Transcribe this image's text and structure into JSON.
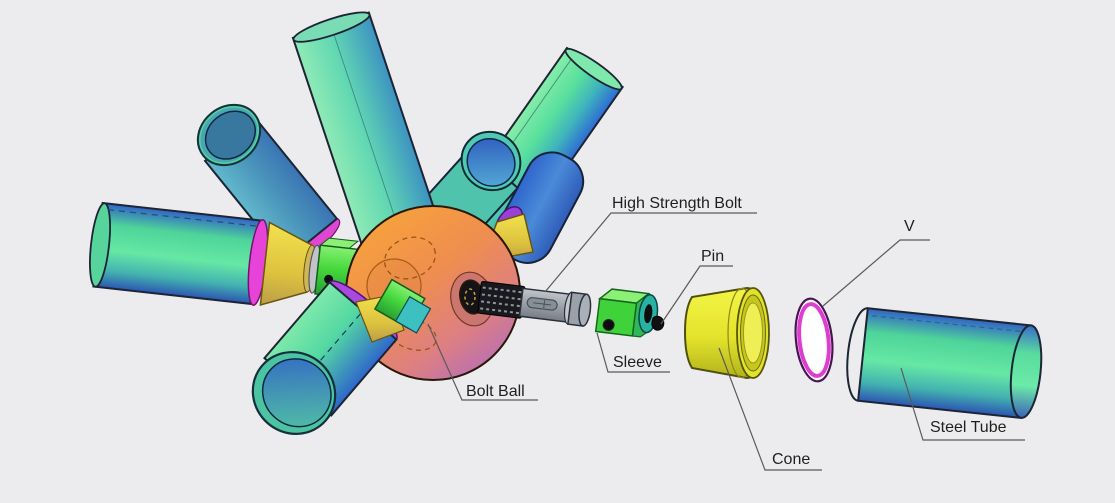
{
  "scene": {
    "description": "Exploded CAD diagram of a space-frame bolt-ball node connection",
    "labels": {
      "high_strength_bolt": "High Strength Bolt",
      "pin": "Pin",
      "v": "V",
      "bolt_ball": "Bolt Ball",
      "sleeve": "Sleeve",
      "cone": "Cone",
      "steel_tube": "Steel Tube"
    },
    "colors": {
      "background": "#ececee",
      "ball_orange": "#f5a03c",
      "ball_purple": "#b06cc0",
      "tube_green": "#63e6a2",
      "tube_blue": "#2f66cc",
      "tube_teal": "#4a95bb",
      "sleeve_green": "#46d83c",
      "ring_magenta": "#e843d8",
      "ring_purple": "#9a46d8",
      "ring_yellow": "#f1e436",
      "cone_yellow": "#e3e32c",
      "washer_magenta": "#de3ecf",
      "bolt_gray": "#9aa1a8",
      "thread_black": "#1a1a1e",
      "outline": "#1d2433",
      "label_text": "#1f1f1f",
      "leader_line": "#5a5a5a"
    }
  }
}
